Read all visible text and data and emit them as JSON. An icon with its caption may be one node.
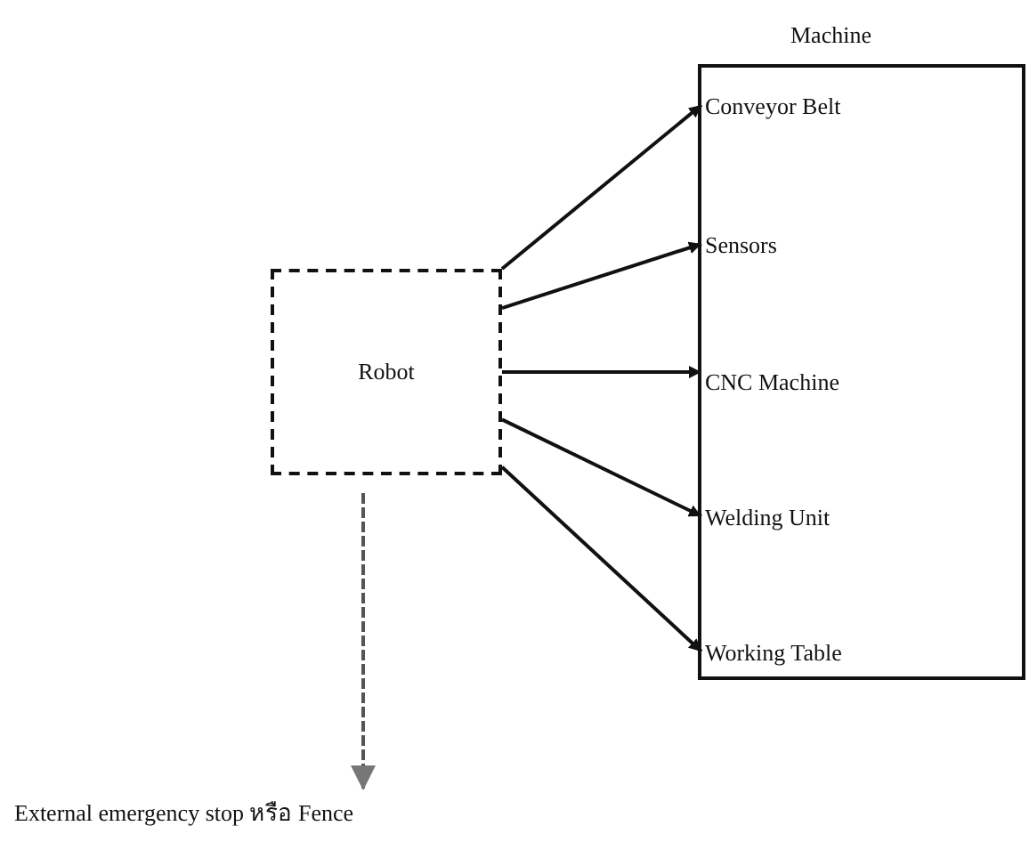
{
  "diagram": {
    "nodes": [
      {
        "text": [
          "Machine"
        ]
      },
      {
        "text": [
          "Conveyor Belt"
        ],
        "in": 0
      },
      {
        "text": [
          "Sensors"
        ],
        "in": 0
      },
      {
        "text": [
          "CNC Machine"
        ],
        "in": 0
      },
      {
        "text": [
          "Welding Unit"
        ],
        "in": 0
      },
      {
        "text": [
          "Working Table"
        ],
        "in": 0
      },
      {
        "text": [
          "Robot"
        ]
      },
      {
        "text": [
          "External emergency stop หรือ Fence"
        ]
      }
    ],
    "edges": [
      {
        "from": 6,
        "to": 1,
        "arrow": "to"
      },
      {
        "from": 6,
        "to": 2,
        "arrow": "to"
      },
      {
        "from": 6,
        "to": 3,
        "arrow": "to"
      },
      {
        "from": 6,
        "to": 4,
        "arrow": "to"
      },
      {
        "from": 6,
        "to": 5,
        "arrow": "to"
      },
      {
        "from": 6,
        "to": 7,
        "arrow": "to",
        "style": "dashed"
      }
    ]
  }
}
